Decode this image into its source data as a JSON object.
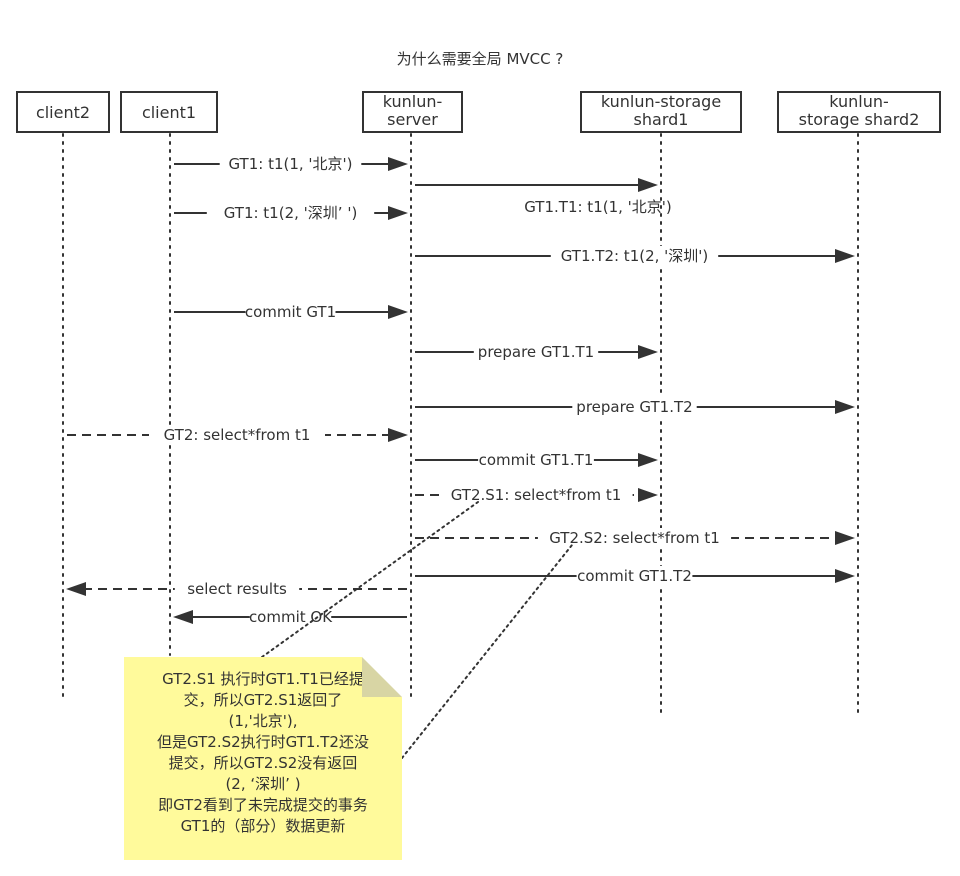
{
  "title": "为什么需要全局 MVCC ?",
  "participants": [
    {
      "id": "client2",
      "label_lines": [
        "client2"
      ]
    },
    {
      "id": "client1",
      "label_lines": [
        "client1"
      ]
    },
    {
      "id": "server",
      "label_lines": [
        "kunlun-",
        "server"
      ]
    },
    {
      "id": "shard1",
      "label_lines": [
        "kunlun-storage",
        "shard1"
      ]
    },
    {
      "id": "shard2",
      "label_lines": [
        "kunlun-",
        "storage shard2"
      ]
    }
  ],
  "messages": [
    {
      "from": "client1",
      "to": "server",
      "label": "GT1: t1(1, '北京')",
      "style": "solid",
      "label_position": "inline"
    },
    {
      "from": "server",
      "to": "shard1",
      "label": "GT1.T1: t1(1, '北京')",
      "style": "solid",
      "label_position": "below"
    },
    {
      "from": "client1",
      "to": "server",
      "label": "GT1: t1(2, '深圳’  ')",
      "style": "solid",
      "label_position": "inline"
    },
    {
      "from": "server",
      "to": "shard2",
      "label": "GT1.T2: t1(2, '深圳')",
      "style": "solid",
      "label_position": "inline"
    },
    {
      "from": "client1",
      "to": "server",
      "label": "commit GT1",
      "style": "solid",
      "label_position": "inline"
    },
    {
      "from": "server",
      "to": "shard1",
      "label": "prepare GT1.T1",
      "style": "solid",
      "label_position": "inline"
    },
    {
      "from": "server",
      "to": "shard2",
      "label": "prepare GT1.T2",
      "style": "solid",
      "label_position": "inline"
    },
    {
      "from": "client2",
      "to": "server",
      "label": "GT2:  select*from t1",
      "style": "dashed",
      "label_position": "inline"
    },
    {
      "from": "server",
      "to": "shard1",
      "label": "commit GT1.T1",
      "style": "solid",
      "label_position": "inline"
    },
    {
      "from": "server",
      "to": "shard1",
      "label": "GT2.S1: select*from t1",
      "style": "dashed",
      "label_position": "inline"
    },
    {
      "from": "server",
      "to": "shard2",
      "label": "GT2.S2: select*from t1",
      "style": "dashed",
      "label_position": "inline"
    },
    {
      "from": "server",
      "to": "shard2",
      "label": "commit GT1.T2",
      "style": "solid",
      "label_position": "inline"
    },
    {
      "from": "server",
      "to": "client2",
      "label": "select results",
      "style": "dashed",
      "label_position": "inline"
    },
    {
      "from": "server",
      "to": "client1",
      "label": "commit OK",
      "style": "solid",
      "label_position": "inline"
    }
  ],
  "note": {
    "lines": [
      "GT2.S1 执行时GT1.T1已经提",
      "交，所以GT2.S1返回了",
      "(1,'北京'),",
      "但是GT2.S2执行时GT1.T2还没",
      "提交，所以GT2.S2没有返回",
      "(2, ‘深圳’ )",
      "即GT2看到了未完成提交的事务",
      "GT1的（部分）数据更新"
    ],
    "color": "#fffa9b",
    "links_to": [
      "GT2.S1: select*from t1",
      "GT2.S2: select*from t1"
    ]
  },
  "colors": {
    "line": "#333333",
    "box_border": "#333333",
    "text": "#333333",
    "note_bg": "#fffa9b"
  }
}
